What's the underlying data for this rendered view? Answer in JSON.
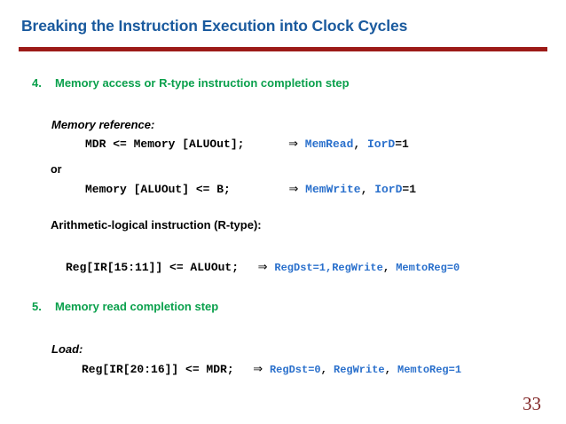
{
  "slide": {
    "title": "Breaking the Instruction Execution into Clock Cycles",
    "page_number": "33",
    "colors": {
      "title_blue": "#1a5a9e",
      "rule_red": "#9c1a17",
      "step_green": "#0aa04c",
      "signal_blue": "#2a70cc",
      "body_black": "#000000",
      "page_number_red": "#7d1f1f"
    }
  },
  "steps": [
    {
      "number": "4.",
      "heading": "Memory access or R-type instruction completion step"
    },
    {
      "number": "5.",
      "heading": "Memory read completion step"
    }
  ],
  "sections": {
    "memory_reference_label": "Memory reference:",
    "or_label": "or",
    "rtype_label": "Arithmetic-logical instruction (R-type):",
    "load_label": "Load:"
  },
  "code": {
    "mdr_load": {
      "statement": "MDR <= Memory [ALUOut];",
      "arrow": "⇒",
      "signals": [
        {
          "text": "MemRead",
          "color": "blue"
        },
        {
          "text": ", ",
          "color": "black"
        },
        {
          "text": "IorD",
          "color": "blue"
        },
        {
          "text": "=1",
          "color": "black"
        }
      ]
    },
    "mem_store": {
      "statement": "Memory [ALUOut] <= B;",
      "arrow": "⇒",
      "signals": [
        {
          "text": "MemWrite",
          "color": "blue"
        },
        {
          "text": ", ",
          "color": "black"
        },
        {
          "text": "IorD",
          "color": "blue"
        },
        {
          "text": "=1",
          "color": "black"
        }
      ]
    },
    "rtype_writeback": {
      "statement": "Reg[IR[15:11]] <= ALUOut;",
      "arrow": "⇒",
      "signals": [
        {
          "text": "RegDst=1,",
          "color": "blue"
        },
        {
          "text": "RegWrite",
          "color": "blue"
        },
        {
          "text": ", ",
          "color": "black"
        },
        {
          "text": "MemtoReg=0",
          "color": "blue"
        }
      ]
    },
    "load_writeback": {
      "statement": "Reg[IR[20:16]] <= MDR;",
      "arrow": "⇒",
      "signals": [
        {
          "text": "RegDst=0",
          "color": "blue"
        },
        {
          "text": ", ",
          "color": "black"
        },
        {
          "text": "RegWrite",
          "color": "blue"
        },
        {
          "text": ", ",
          "color": "black"
        },
        {
          "text": "MemtoReg=1",
          "color": "blue"
        }
      ]
    }
  }
}
